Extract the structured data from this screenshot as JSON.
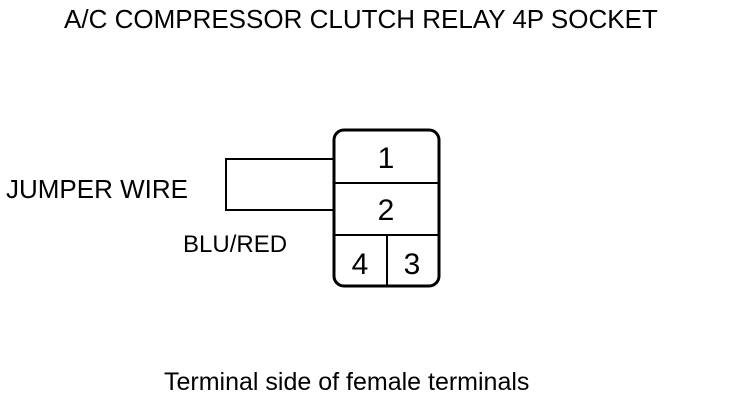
{
  "title": "A/C COMPRESSOR CLUTCH RELAY 4P SOCKET",
  "jumper_wire_label": "JUMPER WIRE",
  "wire_color_label": "BLU/RED",
  "caption": "Terminal side of female terminals",
  "socket": {
    "terminals": [
      "1",
      "2",
      "4",
      "3"
    ]
  },
  "colors": {
    "line": "#000000",
    "background": "#ffffff"
  }
}
